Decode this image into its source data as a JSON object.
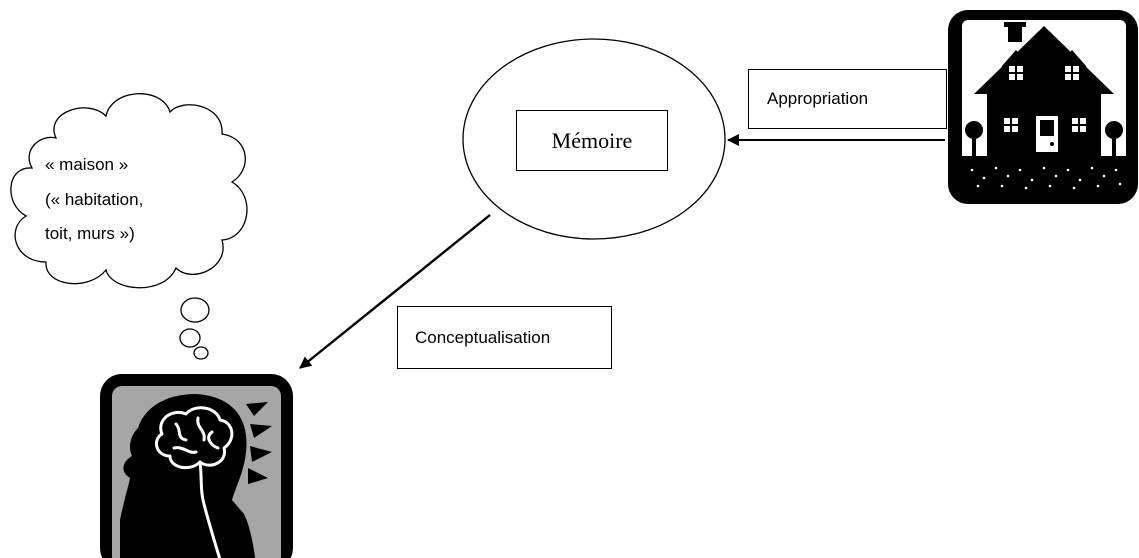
{
  "memory_label": "Mémoire",
  "appropriation_label": "Appropriation",
  "conceptualisation_label": "Conceptualisation",
  "thought_bubble": {
    "line1": "« maison »",
    "line2": "(« habitation,",
    "line3": "toit, murs »)"
  },
  "icons": {
    "house": "house-icon",
    "head": "head-brain-icon",
    "cloud": "thought-cloud-icon"
  },
  "colors": {
    "stroke": "#000000",
    "head_panel": "#a6a6a6",
    "background": "#ffffff"
  }
}
